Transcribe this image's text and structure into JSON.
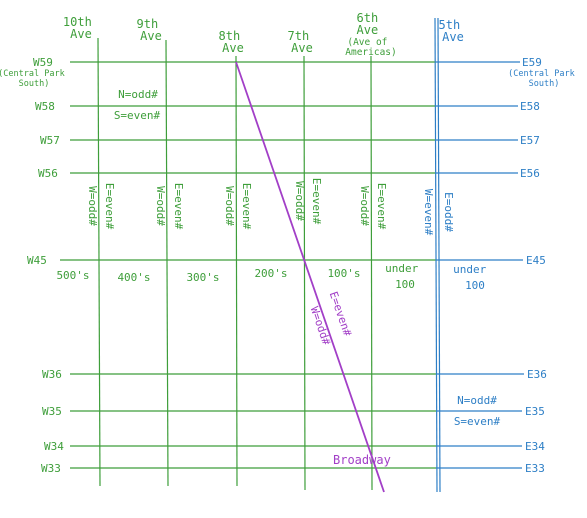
{
  "colors": {
    "west": "#3e9e3a",
    "east": "#2e7fc6",
    "broadway": "#a23fc7",
    "background": "#ffffff"
  },
  "avenues": {
    "tenth": [
      "10th",
      "Ave"
    ],
    "ninth": [
      "9th",
      "Ave"
    ],
    "eighth": [
      "8th",
      "Ave"
    ],
    "seventh": [
      "7th",
      "Ave"
    ],
    "sixth": [
      "6th",
      "Ave",
      "(Ave of",
      "Americas)"
    ],
    "fifth": [
      "5th",
      "Ave"
    ]
  },
  "west_streets": {
    "w59": "W59",
    "w59_note": [
      "(Central Park",
      "South)"
    ],
    "w58": "W58",
    "w57": "W57",
    "w56": "W56",
    "w45": "W45",
    "w36": "W36",
    "w35": "W35",
    "w34": "W34",
    "w33": "W33"
  },
  "east_streets": {
    "e59": "E59",
    "e59_note": [
      "(Central Park",
      "South)"
    ],
    "e58": "E58",
    "e57": "E57",
    "e56": "E56",
    "e45": "E45",
    "e36": "E36",
    "e35": "E35",
    "e34": "E34",
    "e33": "E33"
  },
  "rules": {
    "west_north_odd": "N=odd#",
    "west_south_even": "S=even#",
    "east_north_odd": "N=odd#",
    "east_south_even": "S=even#",
    "w_odd": "W=odd#",
    "e_even": "E=even#",
    "e_odd": "E=odd#",
    "w_even": "W=even#"
  },
  "address_ranges": {
    "r500": "500's",
    "r400": "400's",
    "r300": "300's",
    "r200": "200's",
    "r100": "100's",
    "under100_west": [
      "under",
      "100"
    ],
    "under100_east": [
      "under",
      "100"
    ]
  },
  "broadway": {
    "label": "Broadway",
    "e_even": "E=even#",
    "w_odd": "W=odd#"
  }
}
